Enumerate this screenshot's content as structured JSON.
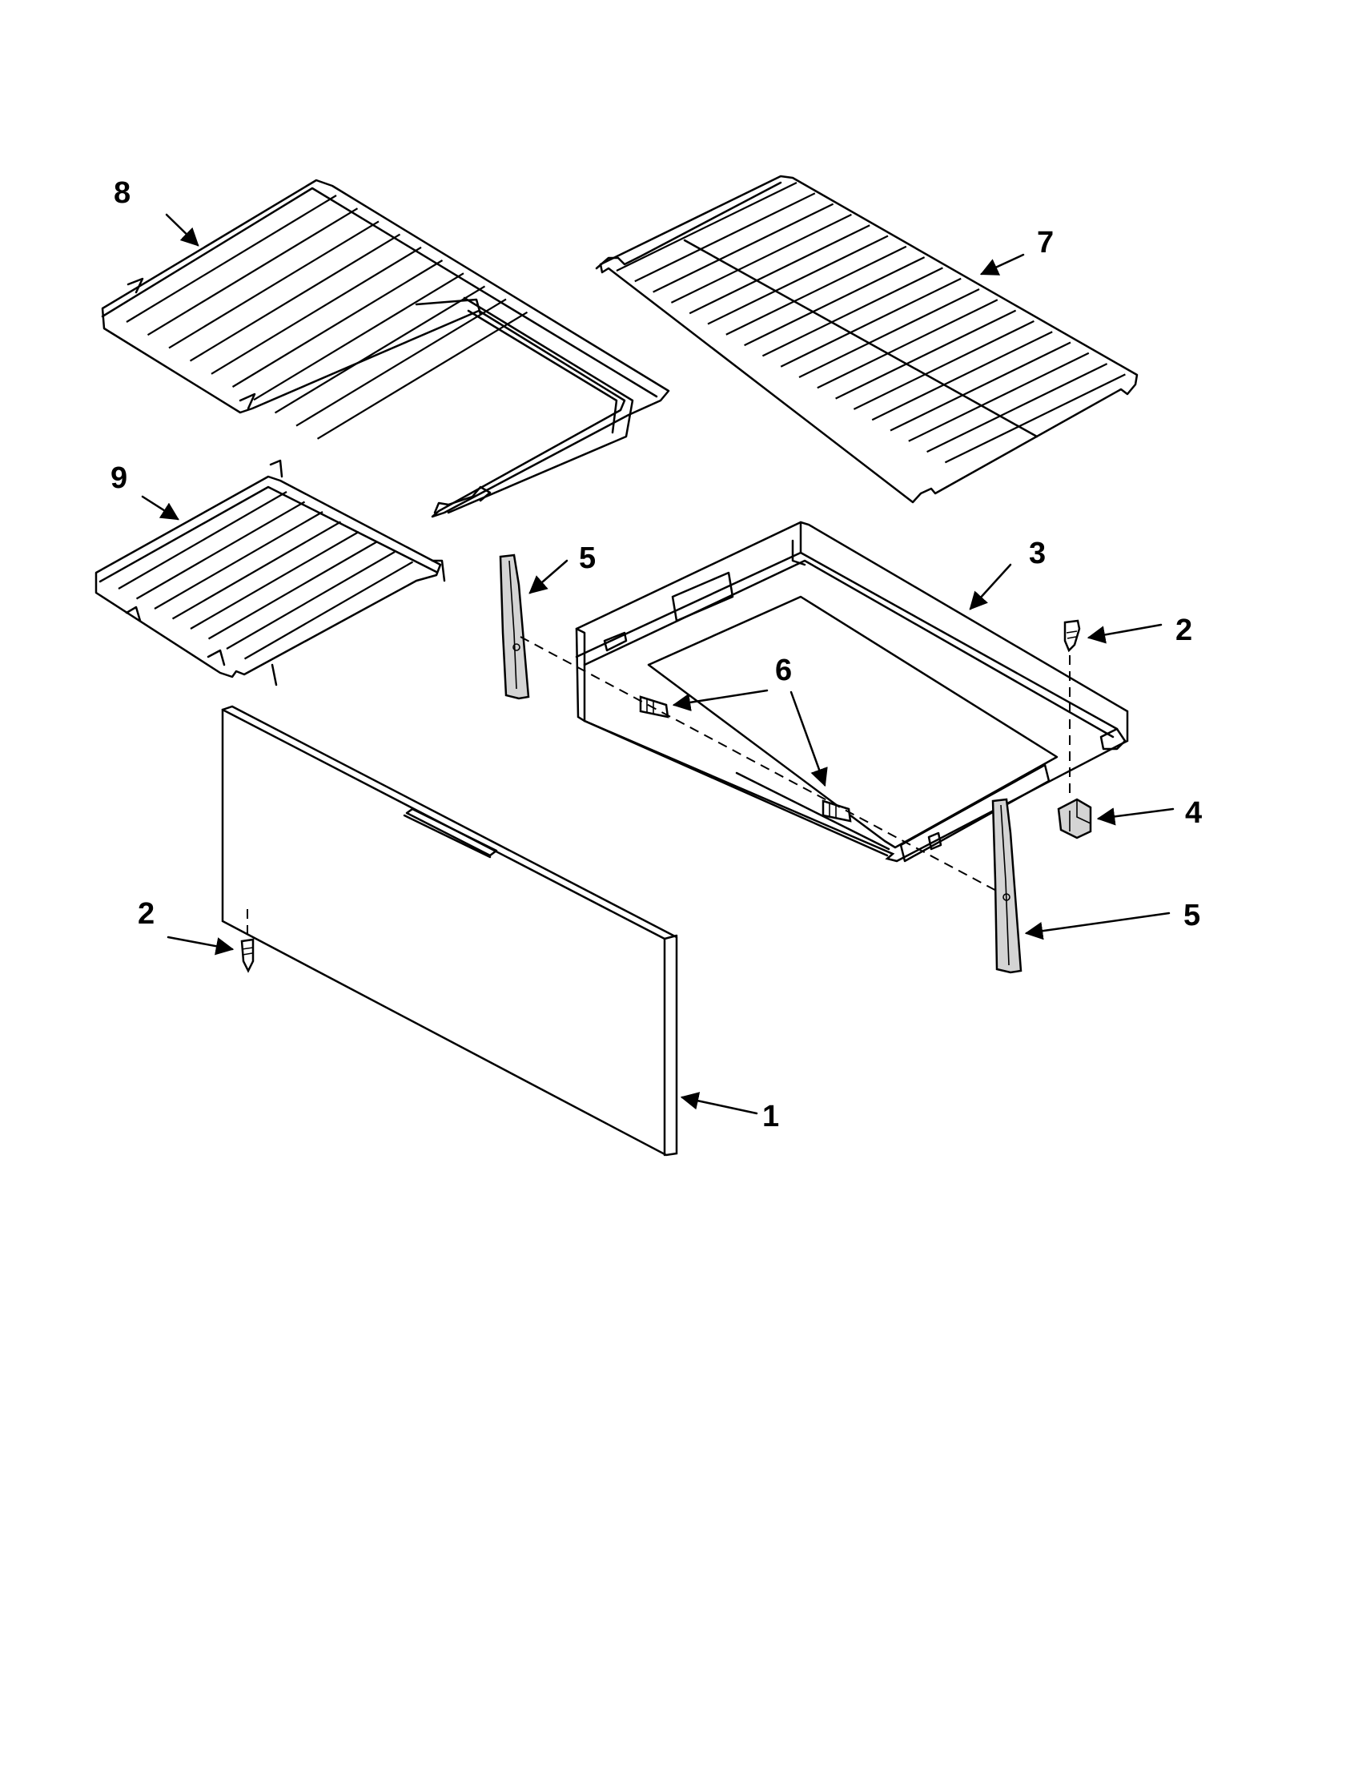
{
  "callouts": {
    "c1": "1",
    "c2a": "2",
    "c2b": "2",
    "c3": "3",
    "c4": "4",
    "c5a": "5",
    "c5b": "5",
    "c6": "6",
    "c7": "7",
    "c8": "8",
    "c9": "9"
  }
}
